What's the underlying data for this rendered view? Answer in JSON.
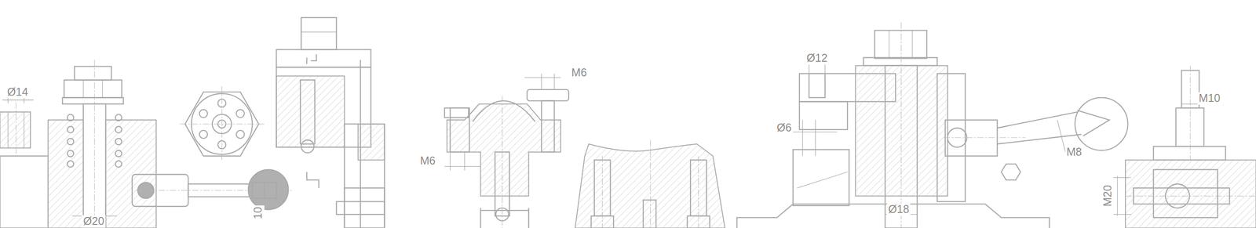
{
  "diagram": {
    "labels": [
      "Ø14",
      "Ø20",
      "10",
      "M6",
      "M6",
      "Ø12",
      "Ø6",
      "Ø18",
      "M8",
      "M10",
      "M20"
    ]
  }
}
